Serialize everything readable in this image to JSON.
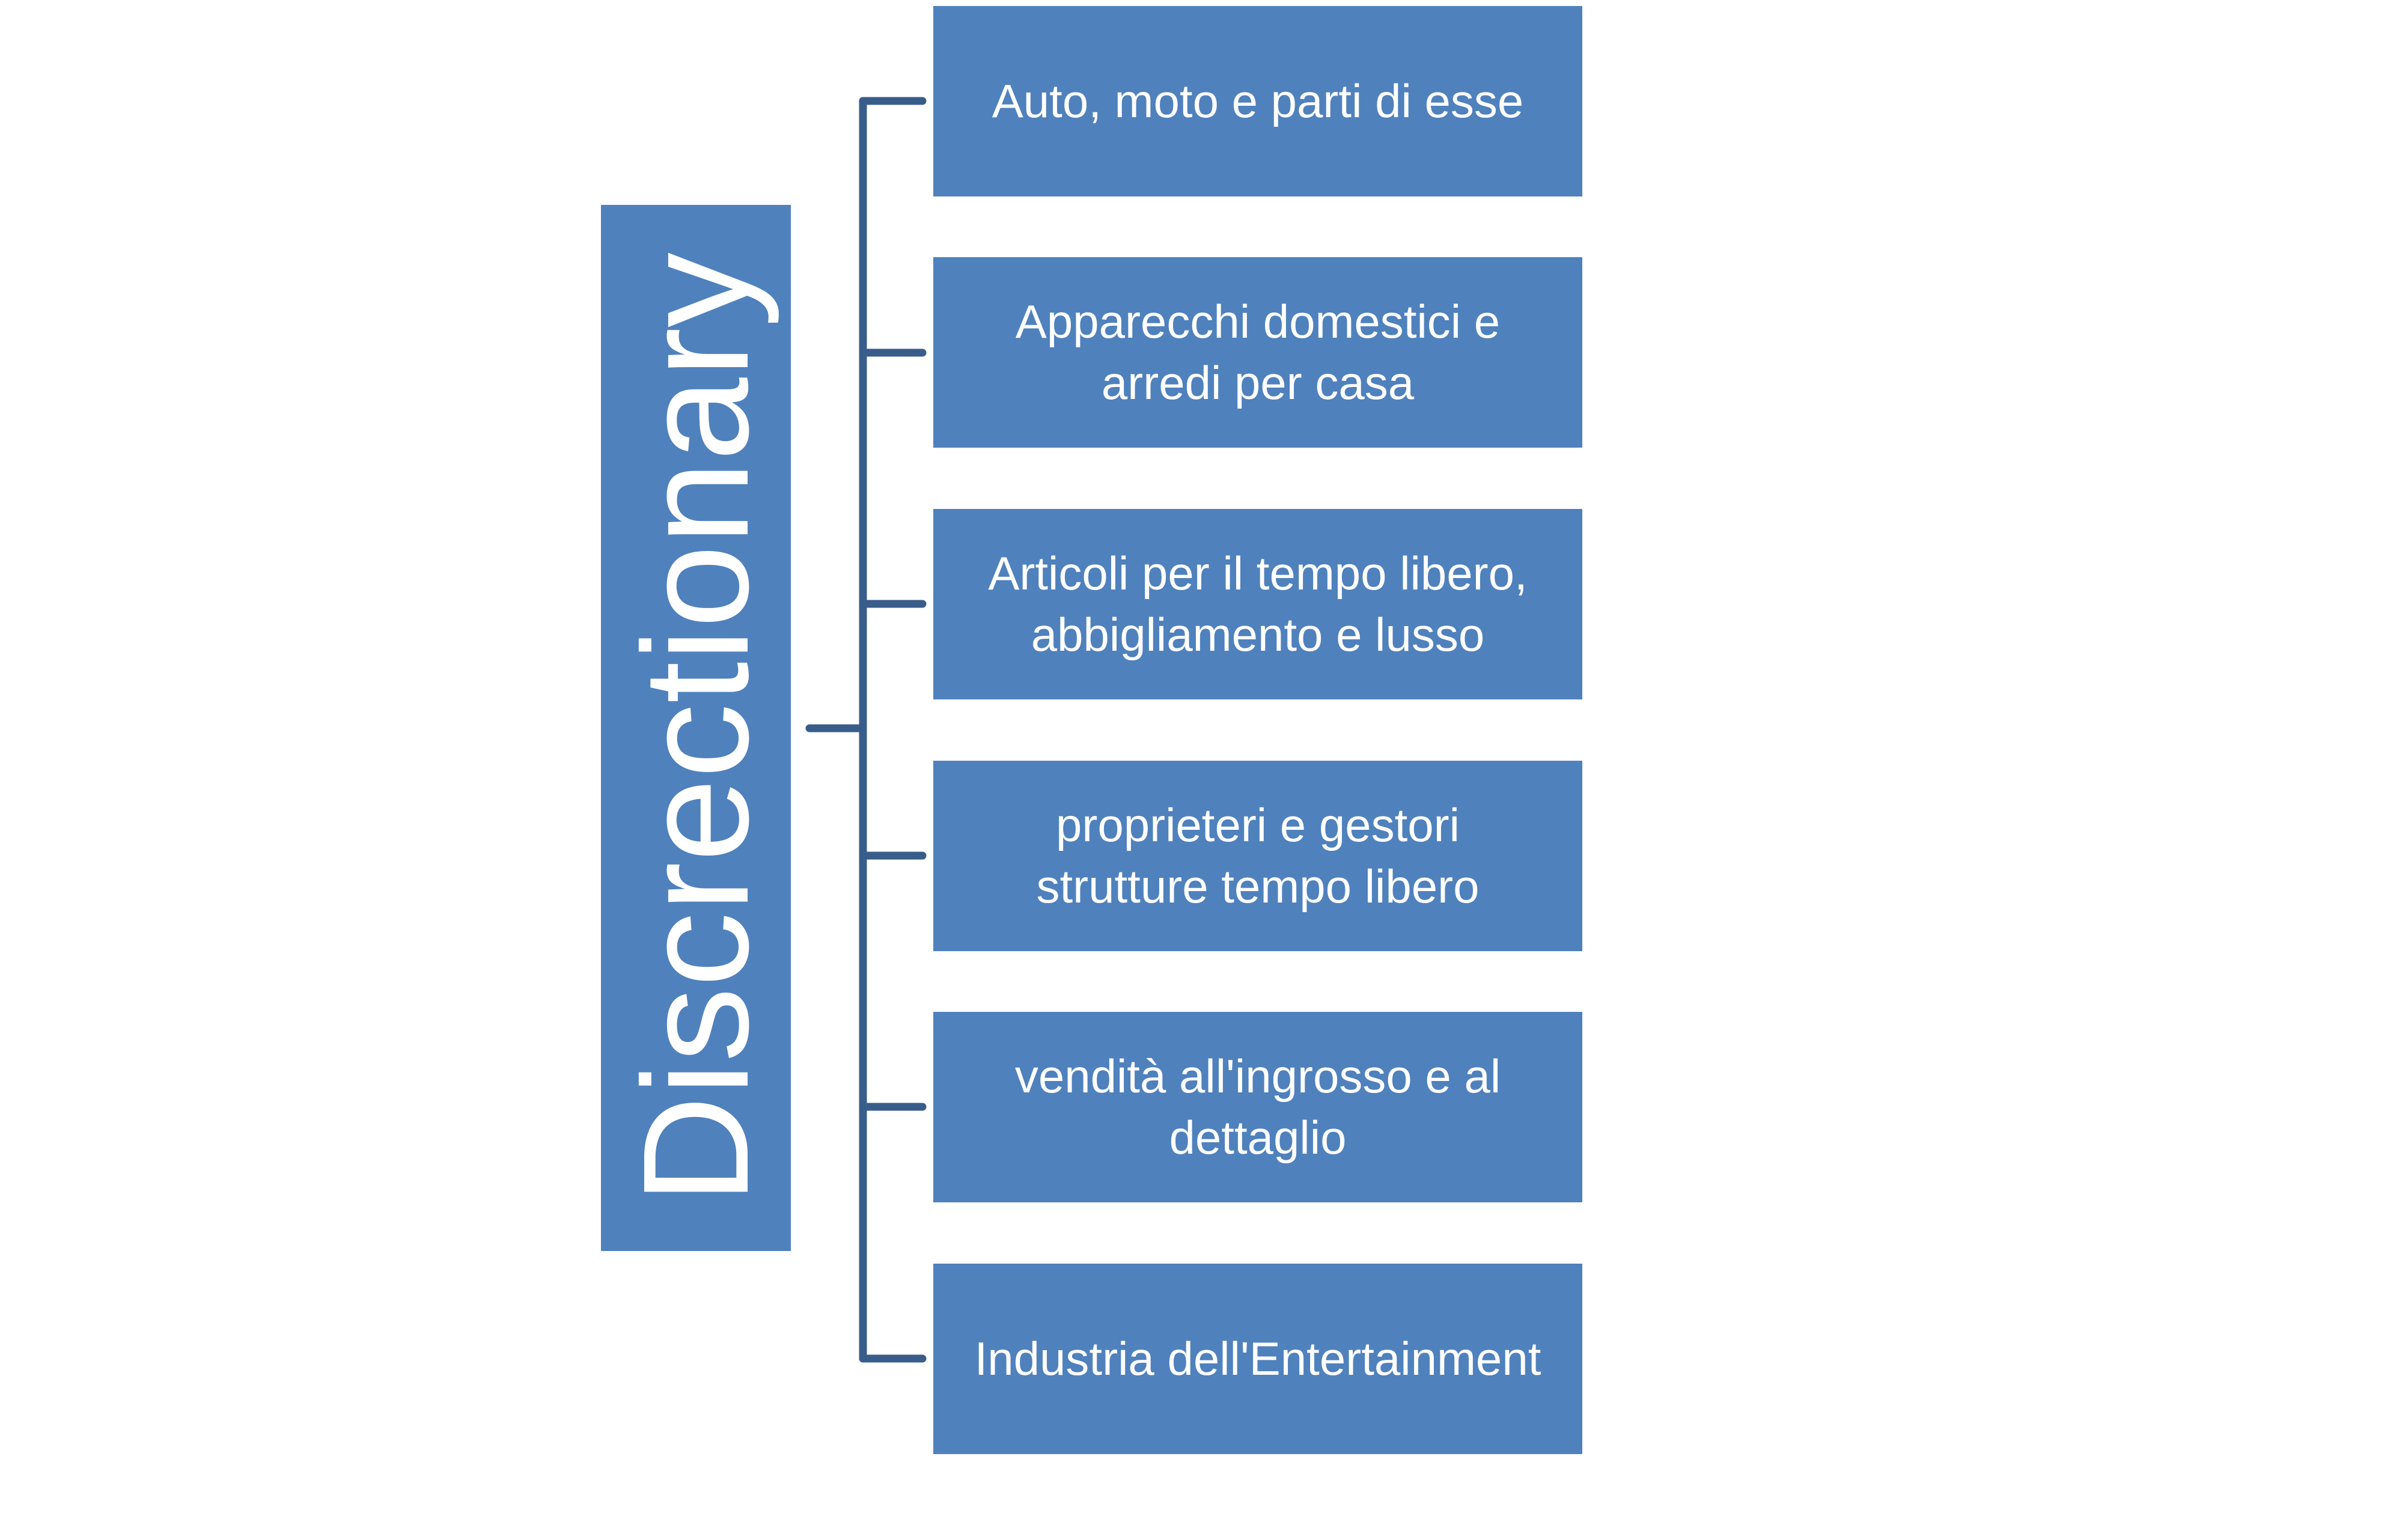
{
  "root": {
    "label": "Discrectionary"
  },
  "children": [
    {
      "label": "Auto, moto e parti di esse"
    },
    {
      "label": "Apparecchi domestici e\narredi per casa"
    },
    {
      "label": "Articoli per il tempo libero,\nabbigliamento e lusso"
    },
    {
      "label": "proprieteri e gestori\nstrutture tempo libero"
    },
    {
      "label": "vendità all'ingrosso e al\ndettaglio"
    },
    {
      "label": "Industria dell'Entertainment"
    }
  ],
  "colors": {
    "box_fill": "#4f81bd",
    "connector": "#385d8a",
    "text": "#ffffff",
    "background": "#ffffff"
  }
}
